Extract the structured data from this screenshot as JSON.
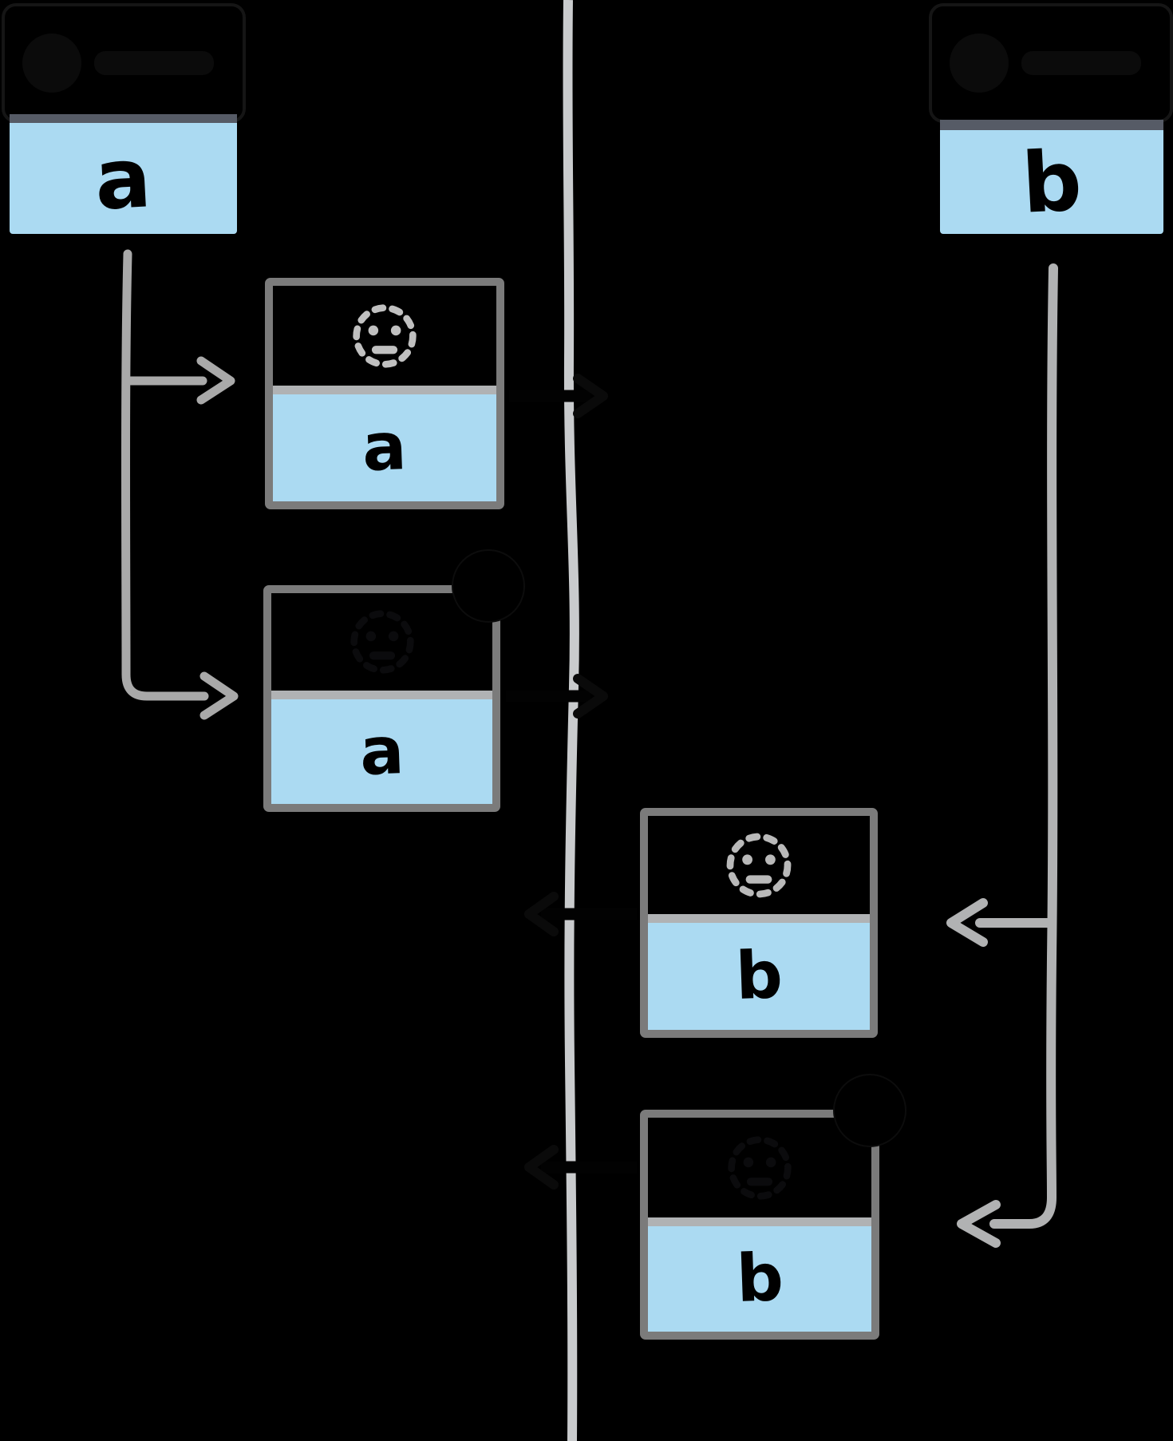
{
  "diagram": {
    "description_visible_only": "hand-drawn navigation timeline diagram on black background",
    "letters": {
      "window_a": "a",
      "page_a1": "a",
      "page_a2": "a",
      "window_b": "b",
      "page_b1": "b",
      "page_b2": "b"
    },
    "icons": {
      "page_a1": "dashed-sleeping-face",
      "page_b1": "dashed-sleeping-face",
      "page_a2": "hidden-black-face-with-black-badge",
      "page_b2": "hidden-black-face-with-black-badge"
    },
    "labels": {
      "top_left": "illegible (drawn black on black)",
      "top_right": "illegible (drawn black on black)"
    },
    "colors": {
      "background": "#000000",
      "page_blue": "#abdaf2",
      "titlebar_dark": "#565b66",
      "box_border_gray": "#7b7b7b",
      "divider_gray": "#b0b2b4",
      "timeline_gray": "#c9cbcd",
      "tab_line_gray": "#a9a9a9",
      "face_gray": "#c0c0c0",
      "letter_black": "#000000"
    },
    "lines": {
      "center_timeline": "vertical full-height light gray line, x≈712, gaps where black arrows cross at y≈495, 872, 1145, 1462",
      "left_tab_line": "gray line from below window a, two right-pointing arrows into cached a pages",
      "right_tab_line": "gray line from below window b, two left-pointing arrows into cached b pages"
    }
  }
}
